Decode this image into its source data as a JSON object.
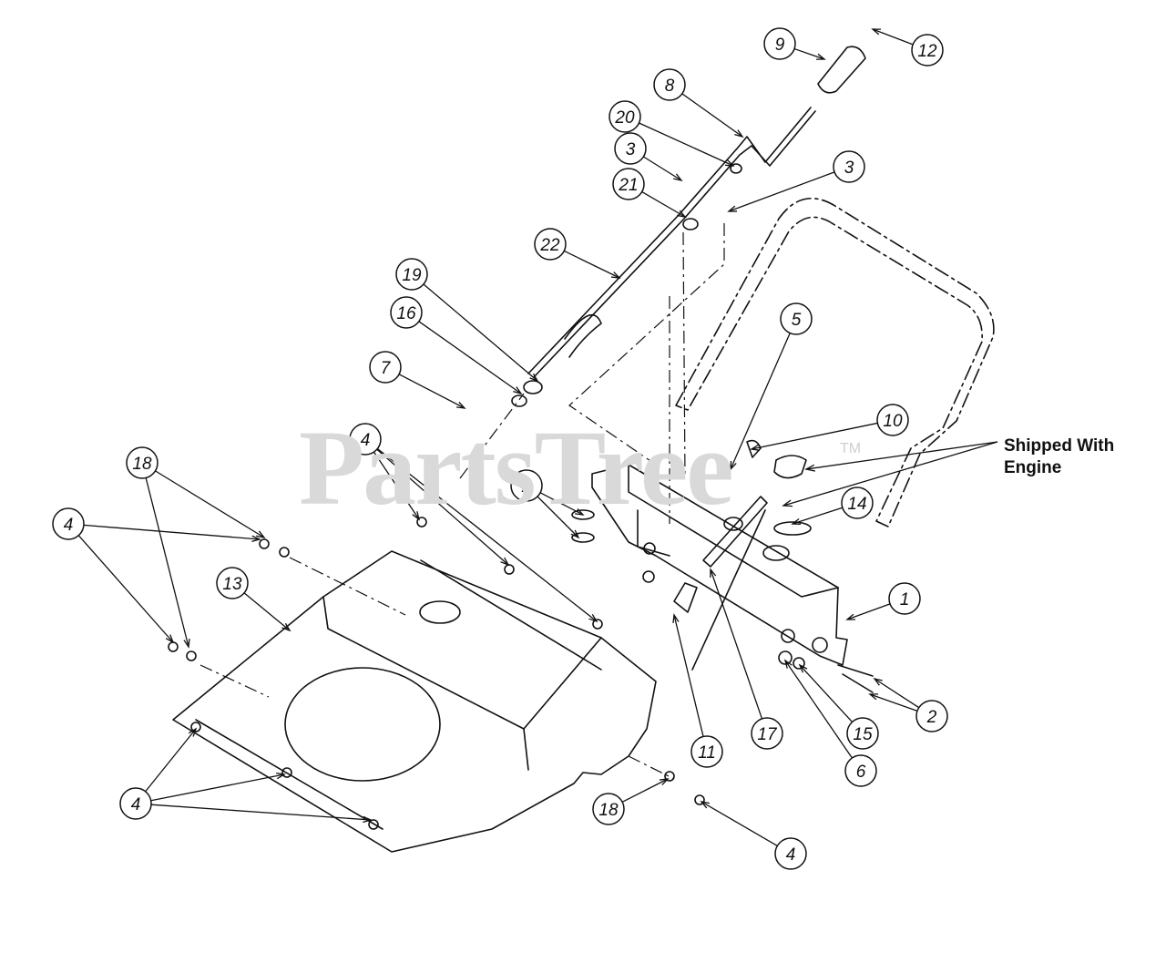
{
  "watermark": {
    "text": "PartsTree",
    "tm": "TM"
  },
  "note": {
    "line1": "Shipped With",
    "line2": "Engine"
  },
  "callouts": [
    "9",
    "12",
    "8",
    "20",
    "3",
    "21",
    "3",
    "22",
    "19",
    "16",
    "7",
    "5",
    "10",
    "4",
    "18",
    "4",
    "2",
    "14",
    "13",
    "1",
    "2",
    "15",
    "6",
    "17",
    "11",
    "18",
    "4",
    "4"
  ],
  "colors": {
    "ink": "#111111",
    "watermark": "#d9d9d9",
    "background": "#ffffff"
  }
}
